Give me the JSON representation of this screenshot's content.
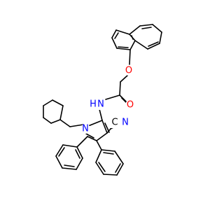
{
  "colors": {
    "background": "#ffffff",
    "bond": "#000000",
    "carbon": "#000000",
    "oxygen": "#ff0000",
    "nitrogen": "#0000ff"
  },
  "atoms": {
    "O_ether": {
      "symbol": "O",
      "element": "oxygen"
    },
    "O_carbonyl": {
      "symbol": "O",
      "element": "oxygen"
    },
    "NH_amide": {
      "symbol": "N",
      "suffix": "H",
      "element": "nitrogen"
    },
    "N_pyrrole": {
      "symbol": "N",
      "element": "nitrogen"
    },
    "CN_group": {
      "symbol": "C",
      "suffix": "N",
      "element": "nitrogen"
    }
  }
}
